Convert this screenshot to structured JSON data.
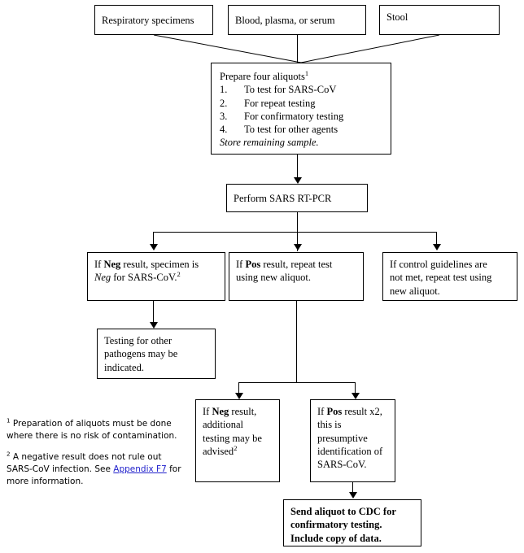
{
  "diagram": {
    "title": "SARS specimen testing algorithm flowchart",
    "sources": [
      {
        "id": "respiratory",
        "label": "Respiratory specimens"
      },
      {
        "id": "blood",
        "label": "Blood, plasma, or serum"
      },
      {
        "id": "stool",
        "label": "Stool"
      }
    ],
    "aliquots_box": {
      "heading": "Prepare four aliquots",
      "heading_footnote": "1",
      "items": [
        {
          "num": "1.",
          "text": "To test for SARS-CoV"
        },
        {
          "num": "2.",
          "text": "For repeat testing"
        },
        {
          "num": "3.",
          "text": "For confirmatory testing"
        },
        {
          "num": "4.",
          "text": "To test for other agents"
        }
      ],
      "closing_italic": "Store remaining sample."
    },
    "perform_box": {
      "label": "Perform SARS RT-PCR"
    },
    "results": {
      "negative": {
        "line1_pre": "If ",
        "line1_bold": "Neg",
        "line1_post": " result, specimen is",
        "line2_italic": "Neg",
        "line2_post": " for SARS-CoV.",
        "line2_footnote": "2"
      },
      "positive": {
        "line1_pre": "If ",
        "line1_bold": "Pos",
        "line1_post": " result, repeat test",
        "line2": "using new aliquot."
      },
      "control": {
        "line1": "If control guidelines are",
        "line2": "not met, repeat test using",
        "line3": "new aliquot."
      }
    },
    "other_pathogens_box": {
      "line1": "Testing for other",
      "line2": "pathogens may be",
      "line3": "indicated."
    },
    "repeat_negative_box": {
      "line1_pre": "If ",
      "line1_bold": "Neg",
      "line1_post": " result,",
      "line2": "additional",
      "line3": "testing may be",
      "line4": "advised",
      "line4_footnote": "2"
    },
    "repeat_positive_box": {
      "line1_pre": "If ",
      "line1_bold": "Pos",
      "line1_post": " result x2,",
      "line2": "this is",
      "line3": "presumptive",
      "line4": "identification of",
      "line5": "SARS-CoV."
    },
    "cdc_box": {
      "line1": "Send aliquot to CDC for",
      "line2": "confirmatory testing.",
      "line3": "Include copy of data."
    },
    "footnotes": [
      {
        "marker": "1",
        "line1": " Preparation of aliquots must be done",
        "line2": "where there is no risk of contamination."
      },
      {
        "marker": "2",
        "line1": " A negative result does not rule out",
        "line2_pre": "SARS-CoV infection. See ",
        "link_text": "Appendix F7",
        "line3": "for more information."
      }
    ],
    "colors": {
      "stroke": "#000000",
      "background": "#ffffff",
      "link": "#2222cc"
    }
  }
}
